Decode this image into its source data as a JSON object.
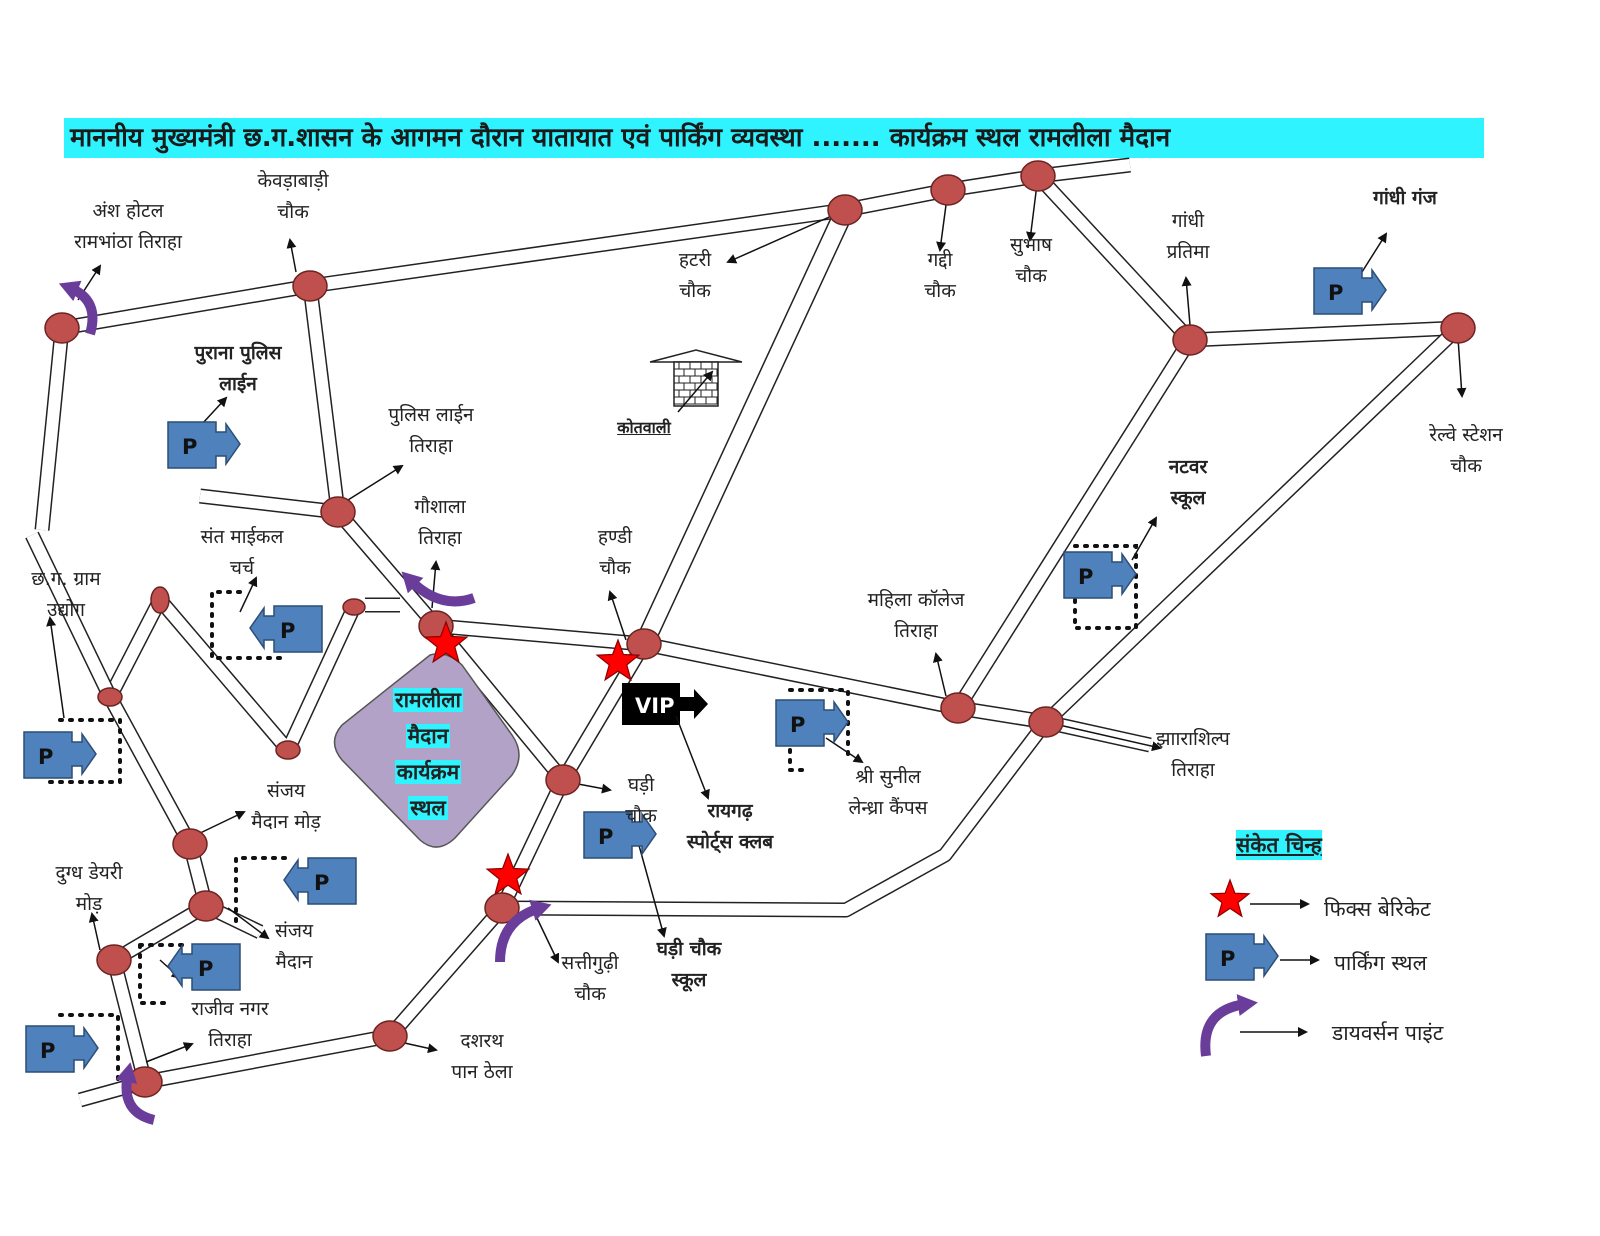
{
  "title": "माननीय मुख्यमंत्री छ.ग.शासन के  आगमन दौरान यातायात एवं पार्किंग व्यवस्था ....... कार्यक्रम स्थल रामलीला मैदान",
  "colors": {
    "title_bg": "#2ff3ff",
    "junction": "#c0504d",
    "parking": "#4f81bd",
    "barricade": "#ff0000",
    "diversion": "#6a3d9a",
    "venue": "#b3a2c7",
    "vip_bg": "#000000"
  },
  "labels": {
    "ansh_hotel": [
      "अंश होटल",
      "रामभांठा तिराहा"
    ],
    "kevdabadi": [
      "केवड़ाबाड़ी",
      "चौक"
    ],
    "hatri": [
      "हटरी",
      "चौक"
    ],
    "gaddi": [
      "गद्दी",
      "चौक"
    ],
    "subhash": [
      "सुभाष",
      "चौक"
    ],
    "gandhi_pratima": [
      "गांधी",
      "प्रतिमा"
    ],
    "gandhi_ganj": [
      "गांधी गंज"
    ],
    "purana_police": [
      "पुराना पुलिस",
      "लाईन"
    ],
    "kotwali": "कोतवाली",
    "police_line_tiraha": [
      "पुलिस लाईन",
      "तिराहा"
    ],
    "railway_station": [
      "रेल्वे स्टेशन",
      "चौक"
    ],
    "natwar_school": [
      "नटवर",
      "स्कूल"
    ],
    "gaushala": [
      "गौशाला",
      "तिराहा"
    ],
    "sant_michael": [
      "संत माईकल",
      "चर्च"
    ],
    "handi_chowk": [
      "हण्डी",
      "चौक"
    ],
    "cg_gram_udyog": [
      "छ.ग. ग्राम",
      "उद्योग"
    ],
    "mahila_college": [
      "महिला कॉलेज",
      "तिराहा"
    ],
    "vip": "VIP",
    "sunil_lendhra": [
      "श्री सुनील",
      "लेन्ध्रा कैंपस"
    ],
    "jhara_shilp": [
      "झााराशिल्प",
      "तिराहा"
    ],
    "ghadi_chowk": [
      "घड़ी",
      "चौक"
    ],
    "raigarh_sports": [
      "रायगढ़",
      "स्पोर्ट्स क्लब"
    ],
    "sanjay_maidan_mod": [
      "संजय",
      "मैदान मोड़"
    ],
    "dugdh_dairy": [
      "दुग्ध डेयरी",
      "मोड़"
    ],
    "sanjay_maidan": [
      "संजय",
      "मैदान"
    ],
    "rajeev_nagar": [
      "राजीव नगर",
      "तिराहा"
    ],
    "dashrath": [
      "दशरथ",
      "पान ठेला"
    ],
    "sattigudhi": [
      "सत्तीगुढ़ी",
      "चौक"
    ],
    "ghadi_chowk_school": [
      "घड़ी चौक",
      "स्कूल"
    ]
  },
  "venue": [
    "रामलीला",
    "मैदान",
    "कार्यक्रम",
    "स्थल"
  ],
  "parking_letter": "P",
  "legend": {
    "title": "संकेत चिन्ह",
    "items": [
      {
        "icon": "red-star-icon",
        "label": "फिक्स बेरिकेट"
      },
      {
        "icon": "parking-icon",
        "label": "पार्किंग स्थल"
      },
      {
        "icon": "diversion-arrow-icon",
        "label": "डायवर्सन पाइंट"
      }
    ]
  }
}
